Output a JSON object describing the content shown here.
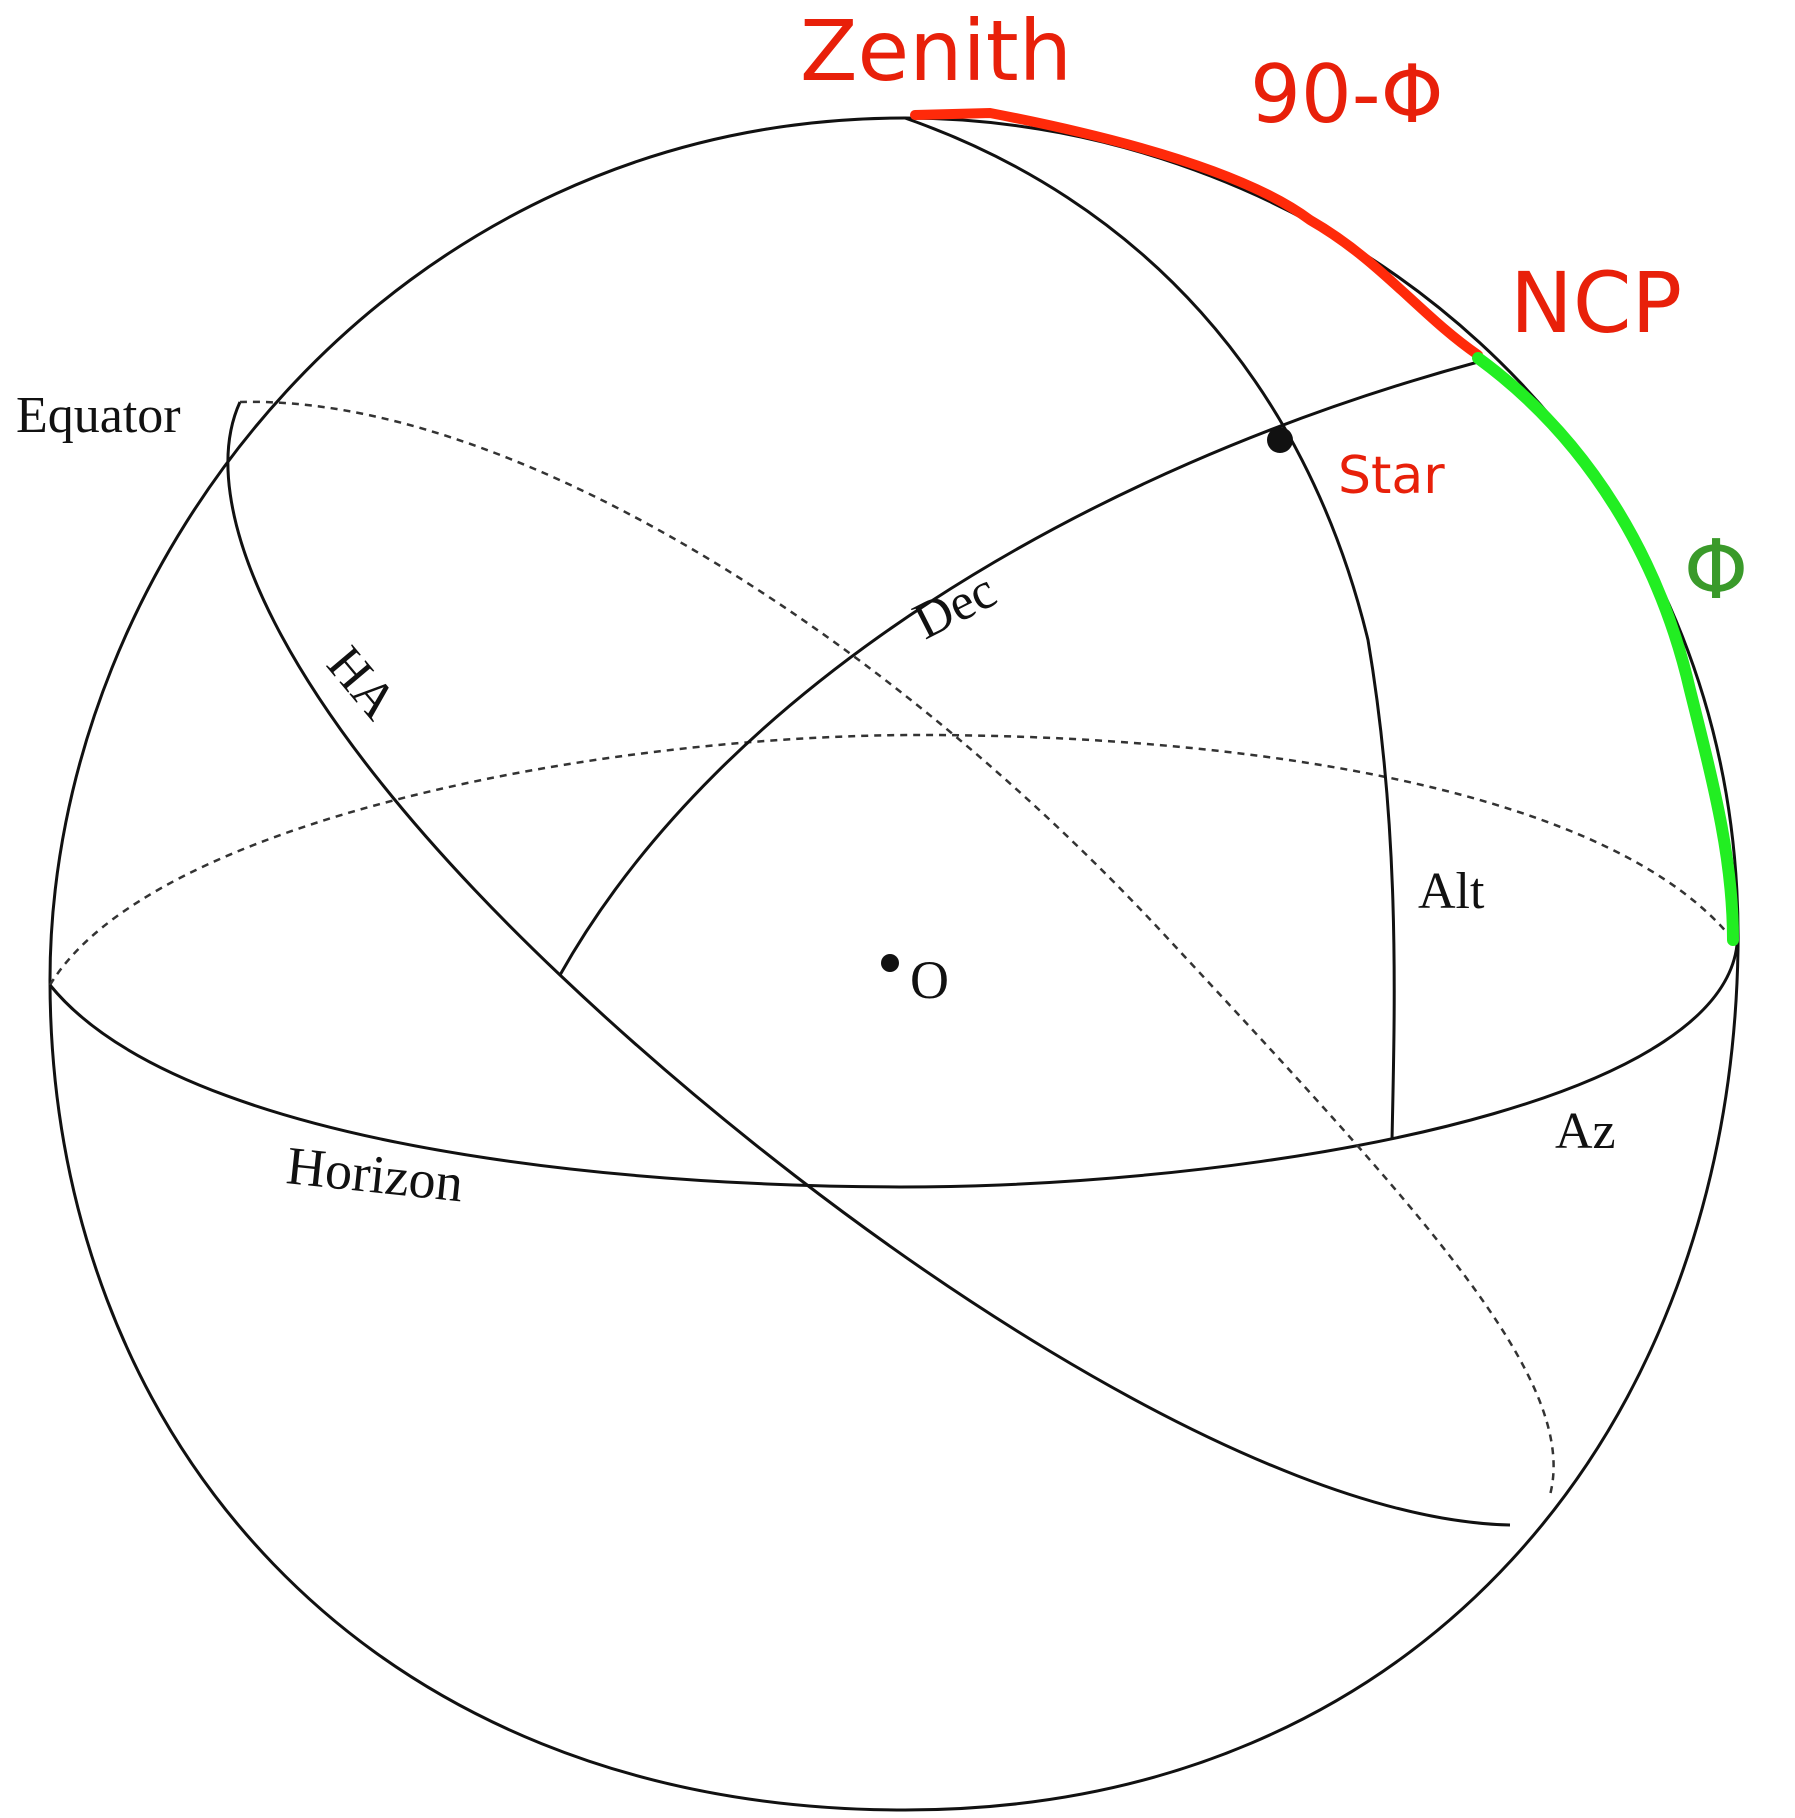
{
  "labels": {
    "zenith": "Zenith",
    "ninety_minus_phi": "90-Φ",
    "ncp": "NCP",
    "phi": "Φ",
    "star": "Star",
    "equator": "Equator",
    "dec": "Dec",
    "ha": "HA",
    "alt": "Alt",
    "origin": "O",
    "az": "Az",
    "horizon": "Horizon"
  },
  "colors": {
    "zenith_arc": "#ff2a0a",
    "latitude_arc": "#22ee22",
    "red_text": "#e8200a",
    "phi_text": "#3a9a2a",
    "ink": "#111111"
  }
}
